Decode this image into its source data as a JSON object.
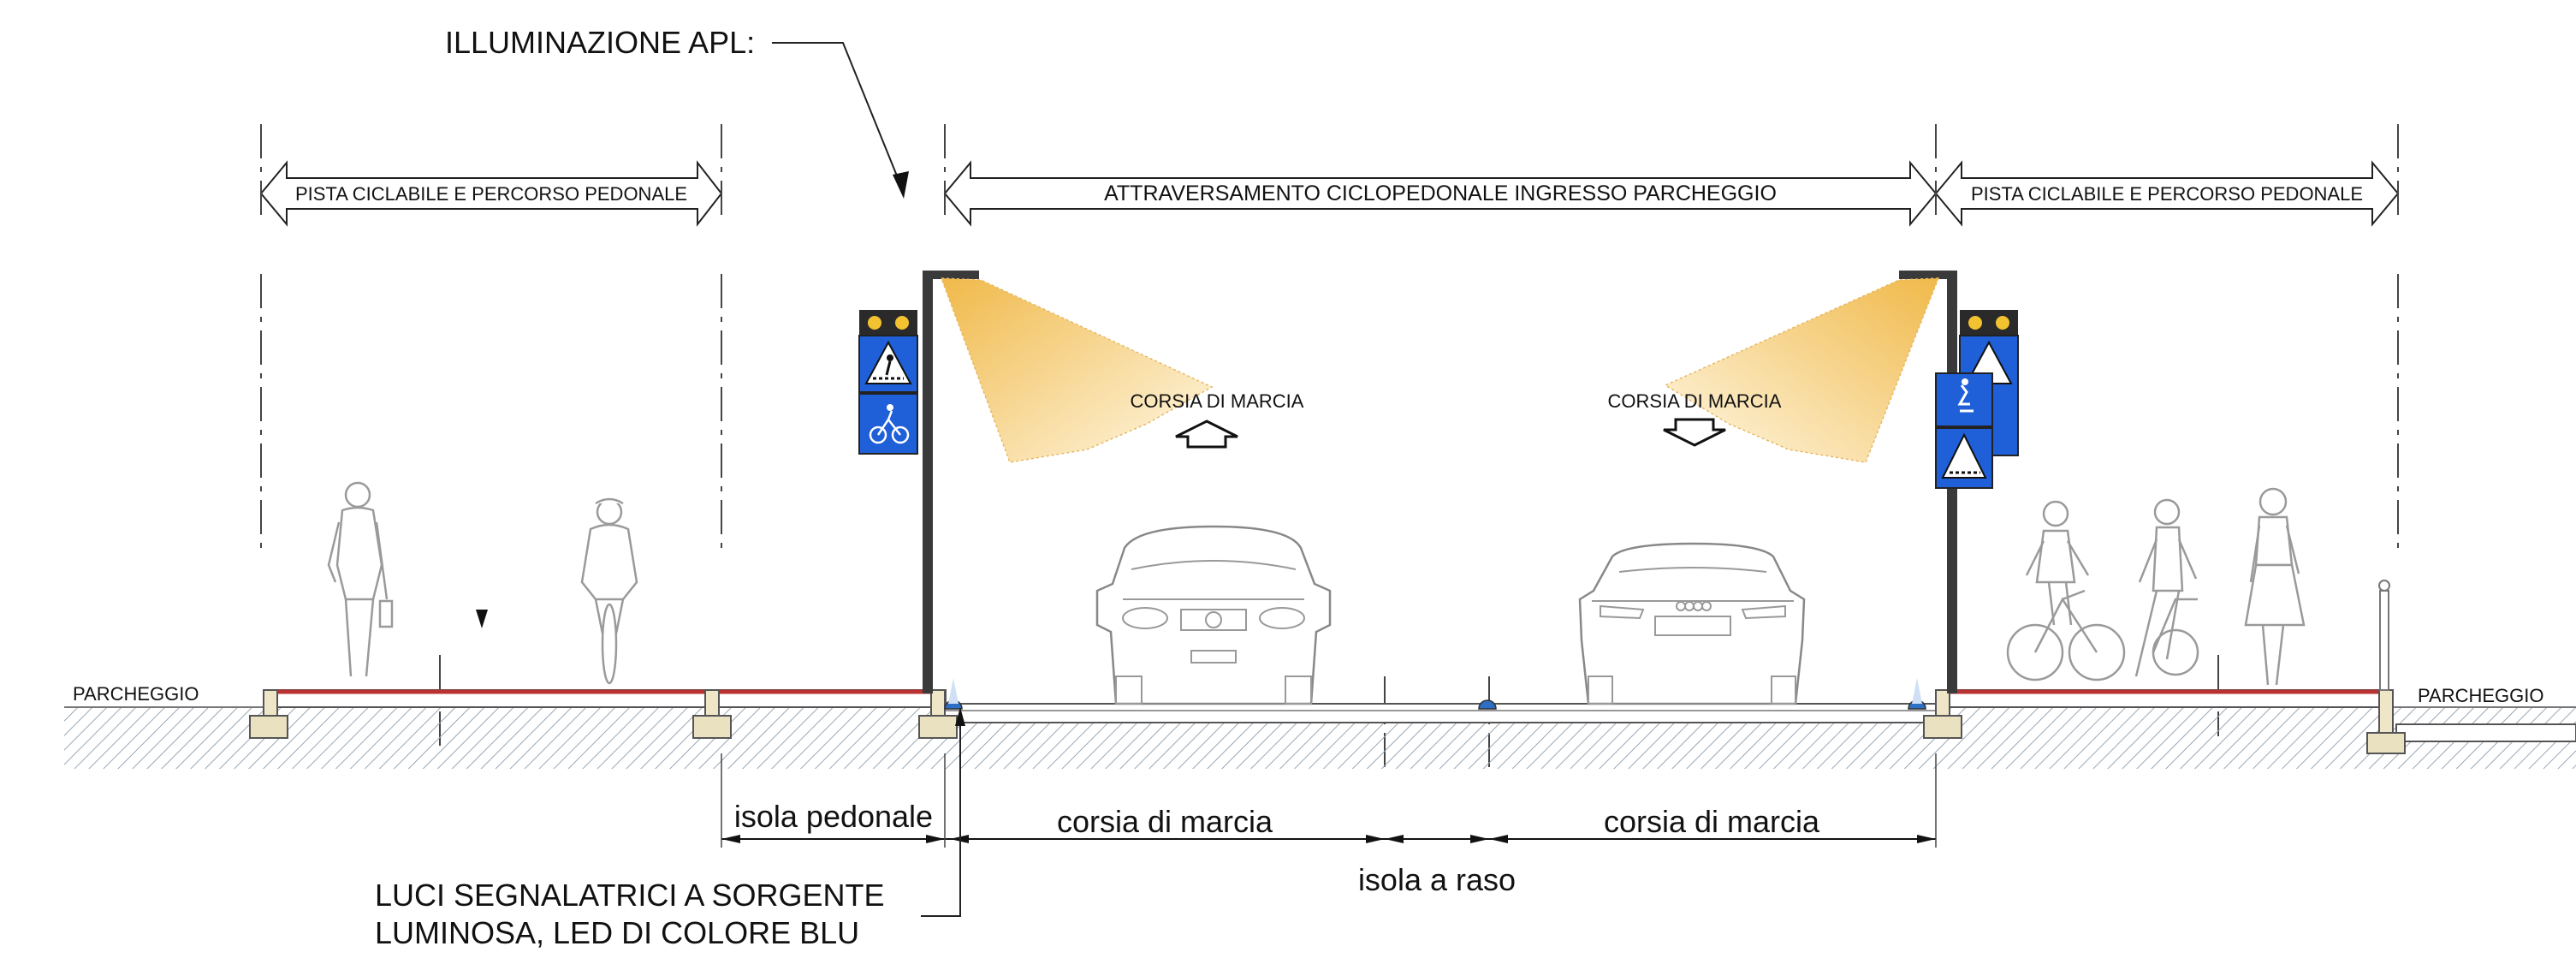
{
  "labels": {
    "illumination": "ILLUMINAZIONE APL:",
    "bike_path_left": "PISTA CICLABILE E PERCORSO PEDONALE",
    "crossing": "ATTRAVERSAMENTO CICLOPEDONALE INGRESSO PARCHEGGIO",
    "bike_path_right": "PISTA CICLABILE E PERCORSO PEDONALE",
    "lane_left": "CORSIA DI MARCIA",
    "lane_right": "CORSIA DI MARCIA",
    "parking_left": "PARCHEGGIO",
    "parking_right": "PARCHEGGIO",
    "pedestrian_island": "isola pedonale",
    "driving_lane_1": "corsia di marcia",
    "driving_lane_2": "corsia di marcia",
    "flush_island": "isola a raso",
    "led_line1": "LUCI SEGNALATRICI A SORGENTE",
    "led_line2": "LUMINOSA, LED DI COLORE BLU"
  },
  "colors": {
    "sign_blue": "#1f5fd8",
    "light_cone": "#f2c15a",
    "light_cone_edge": "#fff6dc",
    "pole": "#3a3a3a",
    "curb_red": "#b83232",
    "ground_hatch": "#9aa7b5",
    "led_blue": "#2d6fc4"
  }
}
